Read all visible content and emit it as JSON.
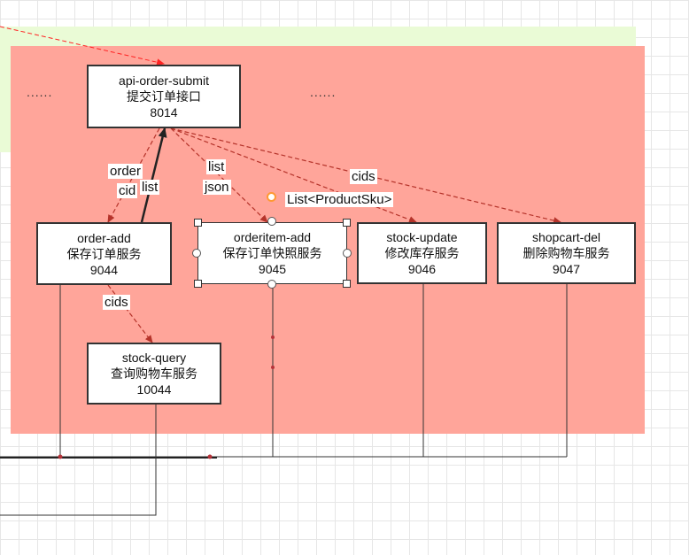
{
  "nodes": {
    "api_order_submit": {
      "name": "api-order-submit",
      "desc": "提交订单接口",
      "port": "8014"
    },
    "order_add": {
      "name": "order-add",
      "desc": "保存订单服务",
      "port": "9044"
    },
    "orderitem_add": {
      "name": "orderitem-add",
      "desc": "保存订单快照服务",
      "port": "9045"
    },
    "stock_update": {
      "name": "stock-update",
      "desc": "修改库存服务",
      "port": "9046"
    },
    "shopcart_del": {
      "name": "shopcart-del",
      "desc": "删除购物车服务",
      "port": "9047"
    },
    "stock_query": {
      "name": "stock-query",
      "desc": "查询购物车服务",
      "port": "10044"
    }
  },
  "edge_labels": {
    "order_cid": [
      "order",
      "cid"
    ],
    "list_return": "list",
    "list_json": [
      "list",
      "json"
    ],
    "product_sku": "List<ProductSku>",
    "cids_top": "cids",
    "cids_query": "cids"
  },
  "ellipsis": [
    "......",
    "......"
  ],
  "colors": {
    "container_fill": "#ffa59a",
    "outer_container_fill": "#eafbd6",
    "dashed_arrow": "#b5332a",
    "incoming_arrow": "#ff2222",
    "solid_line": "#333333"
  }
}
